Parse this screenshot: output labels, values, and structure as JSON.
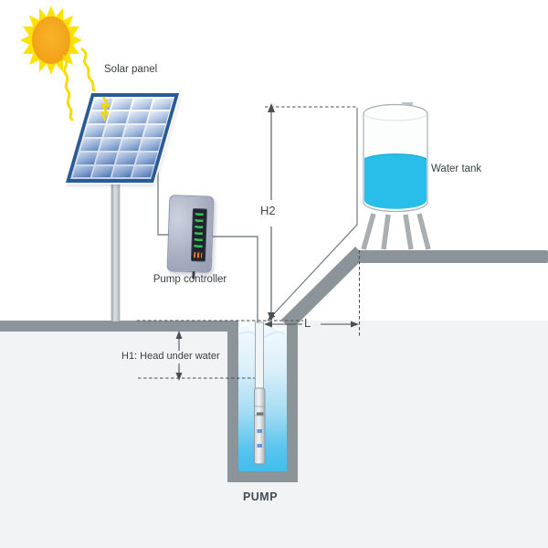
{
  "labels": {
    "solar_panel": "Solar panel",
    "pump_controller": "Pump controller",
    "water_tank": "Water tank",
    "pump": "PUMP",
    "h2": "H2",
    "h1": "H1: Head under water",
    "l": "L"
  },
  "colors": {
    "tank_water": "#29bee9",
    "well_water": "#41bdec",
    "ground": "#8b9499",
    "soil": "#f2f3f4",
    "panel_frame": "#2b5b97",
    "sun_spikes": "#ffe205",
    "sun_body": "#f6a71f",
    "ray": "#f7dc0a",
    "line": "#4a5156",
    "controller_body": "#aab0c2",
    "screen_text": "#39d353"
  }
}
